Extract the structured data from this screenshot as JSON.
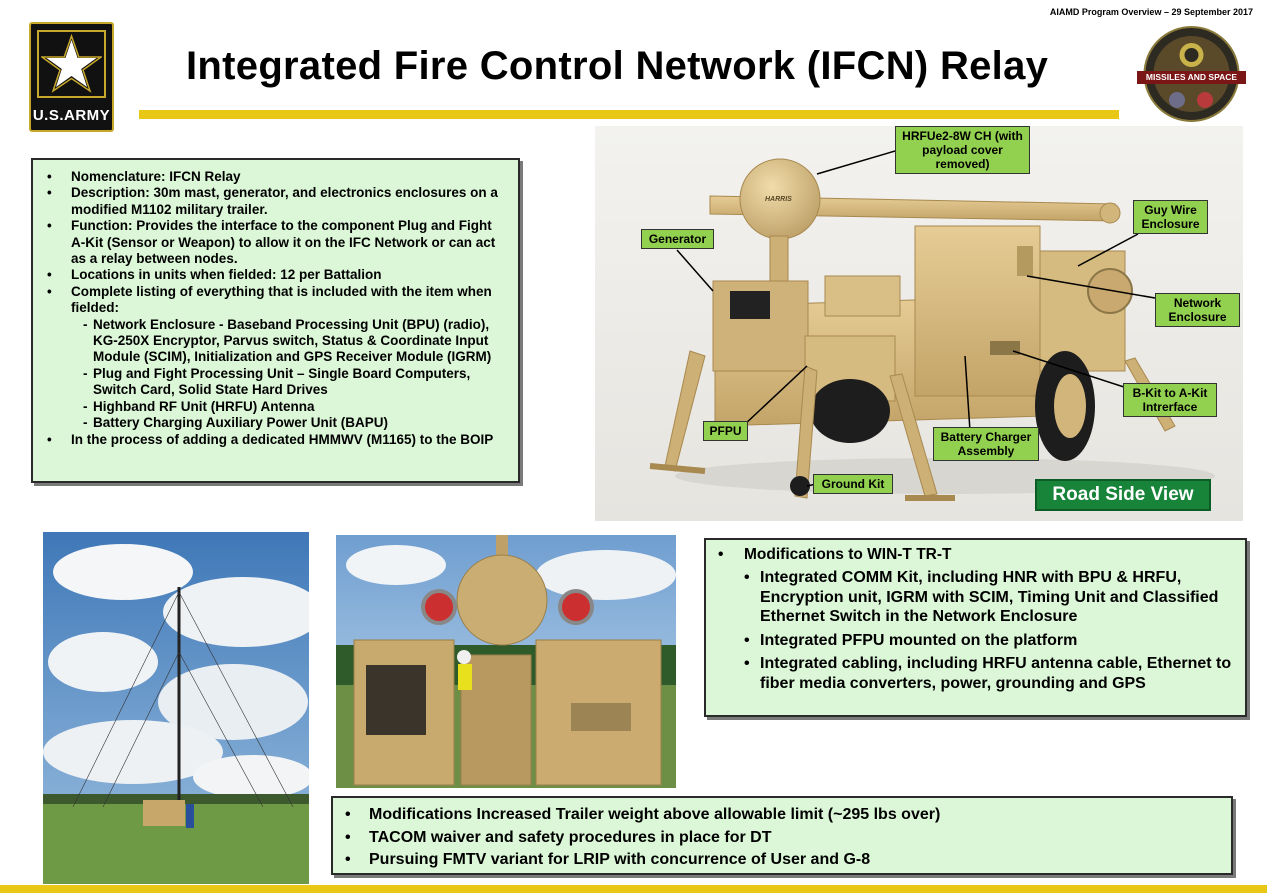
{
  "header": {
    "meta": "AIAMD Program Overview – 29 September 2017",
    "title": "Integrated Fire Control Network (IFCN) Relay",
    "army_logo_text": "U.S.ARMY",
    "seal_text": "MISSILES AND SPACE"
  },
  "info": {
    "items": [
      {
        "kind": "main",
        "text": "Nomenclature:  IFCN Relay"
      },
      {
        "kind": "main",
        "text": "Description:  30m mast, generator, and electronics enclosures on a modified M1102 military trailer."
      },
      {
        "kind": "main",
        "text": "Function:  Provides the interface to the component Plug and Fight A-Kit (Sensor or Weapon) to allow it on the IFC Network or can act as a relay between nodes."
      },
      {
        "kind": "main",
        "text": "Locations in units when fielded:  12 per Battalion"
      },
      {
        "kind": "main",
        "text": "Complete listing of everything that is included with the item when fielded:"
      },
      {
        "kind": "sub",
        "text": "Network Enclosure - Baseband Processing Unit (BPU) (radio), KG-250X Encryptor, Parvus switch, Status & Coordinate Input Module (SCIM), Initialization and GPS Receiver Module (IGRM)"
      },
      {
        "kind": "sub",
        "text": "Plug and Fight Processing Unit – Single Board Computers, Switch Card, Solid State Hard Drives"
      },
      {
        "kind": "sub",
        "text": "Highband RF Unit (HRFU) Antenna"
      },
      {
        "kind": "sub",
        "text": "Battery Charging Auxiliary Power Unit (BAPU)"
      },
      {
        "kind": "main",
        "text": "In the process of adding a dedicated HMMWV (M1165) to the BOIP"
      }
    ]
  },
  "callouts": {
    "hrfu": "HRFUe2-8W CH (with payload cover removed)",
    "generator": "Generator",
    "guy_wire": "Guy Wire Enclosure",
    "network_enclosure": "Network Enclosure",
    "bkit": "B-Kit to A-Kit Intrerface",
    "pfpu": "PFPU",
    "battery_charger": "Battery Charger Assembly",
    "ground_kit": "Ground Kit",
    "road_side_view": "Road Side View",
    "harris_mark": "HARRIS"
  },
  "mods": {
    "heading": "Modifications to WIN-T TR-T",
    "items": [
      "Integrated COMM Kit, including HNR with BPU & HRFU, Encryption unit, IGRM with SCIM, Timing Unit and Classified Ethernet Switch in the Network Enclosure",
      "Integrated PFPU mounted on the platform",
      "Integrated cabling, including HRFU antenna cable, Ethernet to fiber media converters, power, grounding and GPS"
    ]
  },
  "weight": {
    "items": [
      "Modifications Increased Trailer weight above allowable limit (~295 lbs over)",
      "TACOM waiver and safety procedures in place for DT",
      "Pursuing FMTV variant for LRIP with concurrence of User and G-8"
    ]
  },
  "colors": {
    "accent_yellow": "#e8c715",
    "box_green": "#dbf7d7",
    "callout_green": "#92d050",
    "road_side_green": "#17843a"
  }
}
